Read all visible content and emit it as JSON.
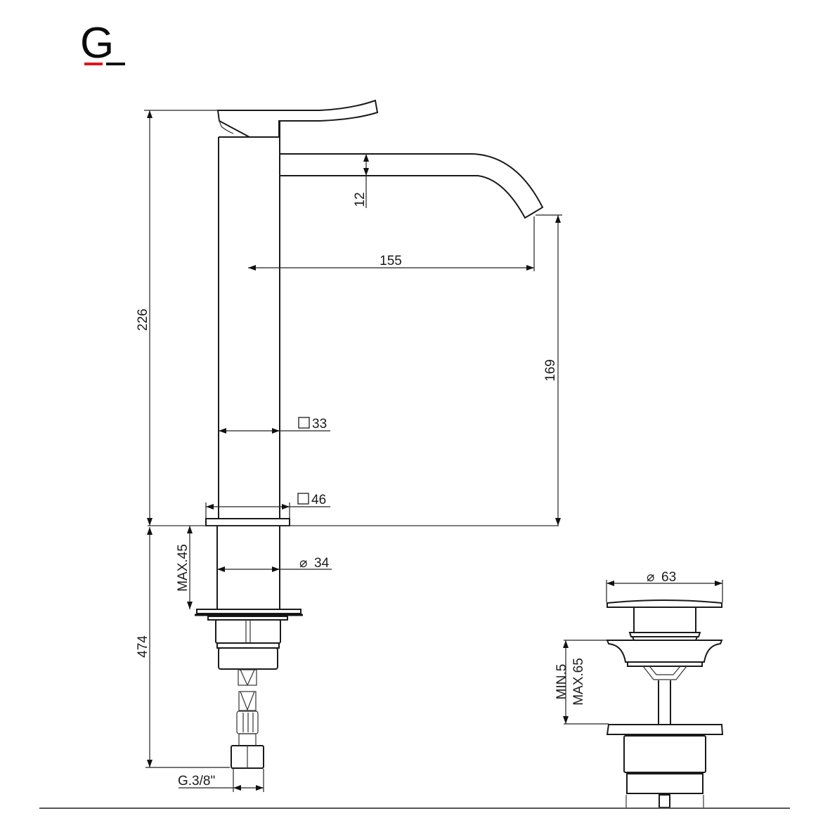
{
  "logo": {
    "letter": "G",
    "bar_left_color": "#e0141b",
    "bar_right_color": "#111111"
  },
  "faucet": {
    "dimensions": {
      "total_height": "226",
      "spout_thickness": "12",
      "spout_reach": "155",
      "spout_outlet_height": "169",
      "body_square": "33",
      "base_square": "46",
      "shank_diameter": "34",
      "max_deck_thickness": "MAX.45",
      "hose_length": "474",
      "connection_thread": "G.3/8\""
    },
    "symbols": {
      "square": "□",
      "diameter": "⌀"
    }
  },
  "drain": {
    "dimensions": {
      "cap_diameter": "63",
      "min_thickness": "MIN.5",
      "max_thickness": "MAX.65"
    }
  },
  "colors": {
    "line": "#1a1a1a",
    "background": "#ffffff",
    "brand_red": "#e0141b"
  }
}
